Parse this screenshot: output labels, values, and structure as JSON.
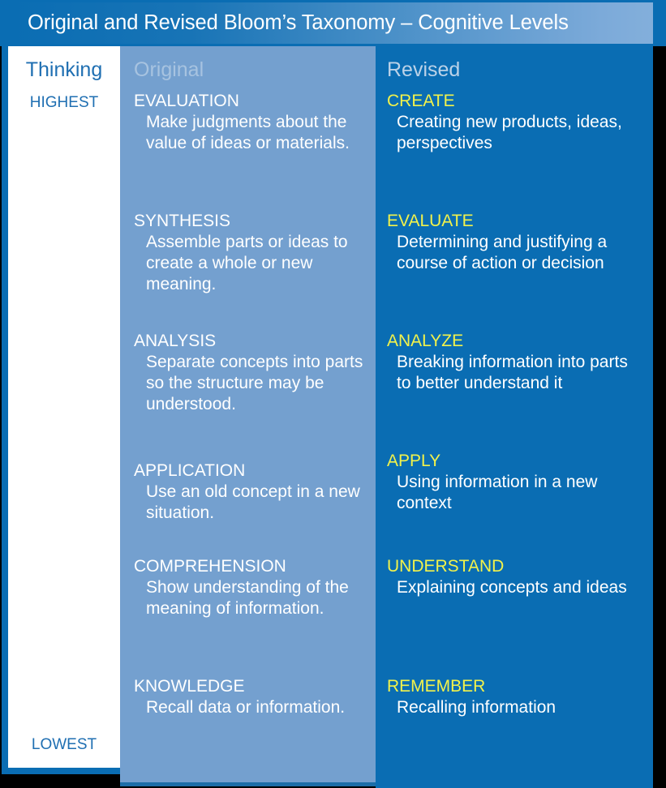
{
  "title": "Original and Revised Bloom’s Taxonomy – Cognitive Levels",
  "colors": {
    "banner_dark": "#0A6DB3",
    "banner_light": "#83AFDB",
    "thinking_column_bg": "#FFFFFF",
    "thinking_text": "#1F6FB2",
    "original_column_bg": "#74A0CF",
    "original_header_text": "#A7C3E0",
    "revised_column_bg": "#0A6DB3",
    "revised_header_text": "#BBD2E8",
    "revised_term_text": "#F2F24B",
    "body_text": "#FFFFFF",
    "page_bg": "#000000"
  },
  "thinking": {
    "header": "Thinking",
    "highest_label": "HIGHEST",
    "lowest_label": "LOWEST"
  },
  "original": {
    "header": "Original",
    "levels": [
      {
        "term": "EVALUATION",
        "description": "Make judgments about the value of ideas or materials."
      },
      {
        "term": "SYNTHESIS",
        "description": "Assemble parts or ideas to create a whole or new meaning."
      },
      {
        "term": "ANALYSIS",
        "description": "Separate concepts into parts so the structure may be understood."
      },
      {
        "term": "APPLICATION",
        "description": "Use an old concept in a new situation."
      },
      {
        "term": "COMPREHENSION",
        "description": "Show understanding of the meaning of information."
      },
      {
        "term": "KNOWLEDGE",
        "description": "Recall data or information."
      }
    ]
  },
  "revised": {
    "header": "Revised",
    "levels": [
      {
        "term": "CREATE",
        "description": "Creating new products, ideas, perspectives"
      },
      {
        "term": "EVALUATE",
        "description": "Determining and justifying a course of action or decision"
      },
      {
        "term": "ANALYZE",
        "description": "Breaking information into parts to better understand it"
      },
      {
        "term": "APPLY",
        "description": "Using information in a new context"
      },
      {
        "term": "UNDERSTAND",
        "description": "Explaining concepts and ideas"
      },
      {
        "term": "REMEMBER",
        "description": "Recalling information"
      }
    ]
  },
  "layout": {
    "original_level_tops": [
      0,
      148,
      296,
      456,
      574,
      722
    ],
    "revised_level_tops": [
      0,
      148,
      296,
      444,
      574,
      722
    ]
  }
}
